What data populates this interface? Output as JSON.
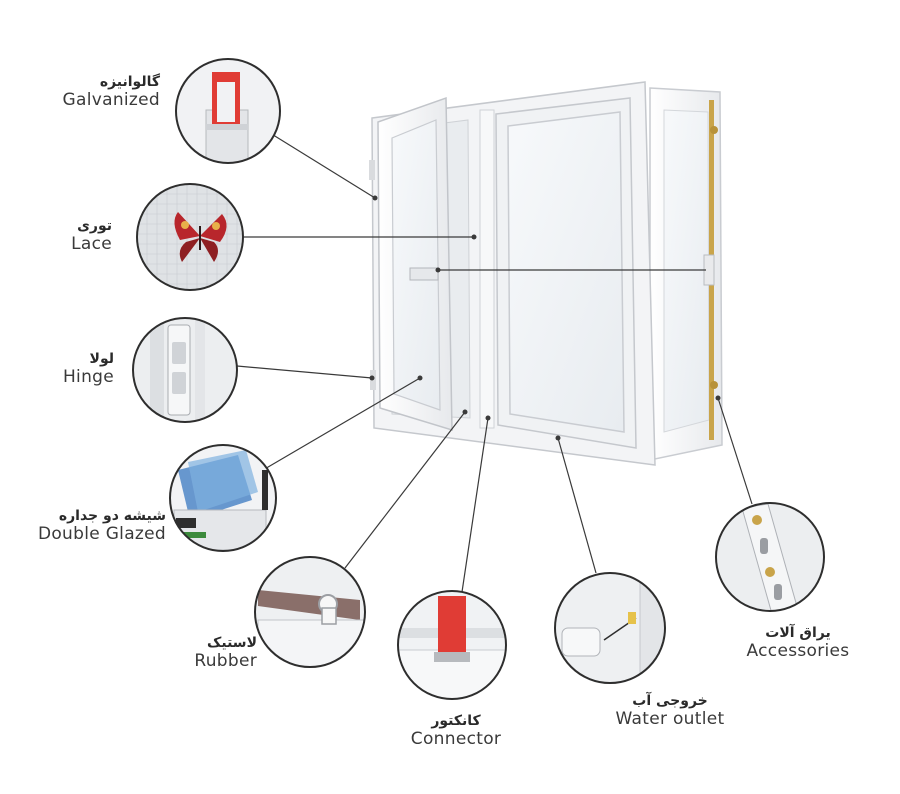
{
  "colors": {
    "frame": "#f4f5f7",
    "frame_edge": "#c9ccd1",
    "glass": "#eef1f4",
    "leader": "#3a3a3a",
    "circle_border": "#2e2e2e",
    "galvanized_red": "#e03c35",
    "butterfly": "#b8262c",
    "glazing_blue": "#4f86c7",
    "brass": "#c9a44a"
  },
  "callouts": {
    "galvanized": {
      "fa": "گالوانیزه",
      "en": "Galvanized",
      "icon": "galvanized-profile-detail"
    },
    "lace": {
      "fa": "توری",
      "en": "Lace",
      "icon": "insect-screen-detail"
    },
    "hinge": {
      "fa": "لولا",
      "en": "Hinge",
      "icon": "hinge-detail"
    },
    "double_glazed": {
      "fa": "شیشه دو جداره",
      "en": "Double Glazed",
      "icon": "double-glazing-detail"
    },
    "rubber": {
      "fa": "لاستیک",
      "en": "Rubber",
      "icon": "rubber-gasket-detail"
    },
    "connector": {
      "fa": "کانکتور",
      "en": "Connector",
      "icon": "connector-detail"
    },
    "water_outlet": {
      "fa": "خروجی آب",
      "en": "Water outlet",
      "icon": "water-outlet-detail"
    },
    "accessories": {
      "fa": "یراق آلات",
      "en": "Accessories",
      "icon": "hardware-detail"
    }
  }
}
